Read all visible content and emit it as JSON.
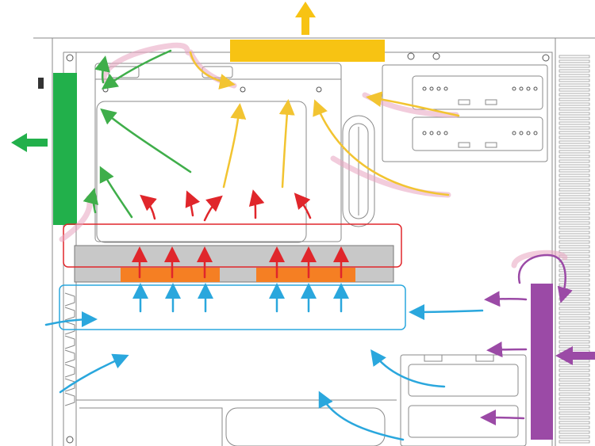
{
  "diagram": {
    "kind": "pc-case-airflow",
    "colors": {
      "case_line": "#8a8a8a",
      "exhaust_top": "#f7c313",
      "exhaust_rear": "#22b04b",
      "intake_front": "#9b4aa6",
      "gpu_heatsink": "#c8c8c8",
      "gpu_chips": "#f57f23",
      "hot_air": "#e0262b",
      "cool_air": "#2aa7dd",
      "rear_flow": "#3fae4a",
      "top_flow": "#f2c431",
      "hot_haze": "#e8a4c0"
    },
    "components": [
      {
        "id": "top-exhaust-fan",
        "color": "exhaust_top",
        "airflow": "out"
      },
      {
        "id": "rear-exhaust-fan",
        "color": "exhaust_rear",
        "airflow": "out"
      },
      {
        "id": "front-intake-fan",
        "color": "intake_front",
        "airflow": "in"
      },
      {
        "id": "graphics-card",
        "color": "gpu_heatsink"
      },
      {
        "id": "hot-zone-box",
        "color": "hot_air"
      },
      {
        "id": "cool-zone-box",
        "color": "cool_air"
      }
    ]
  }
}
